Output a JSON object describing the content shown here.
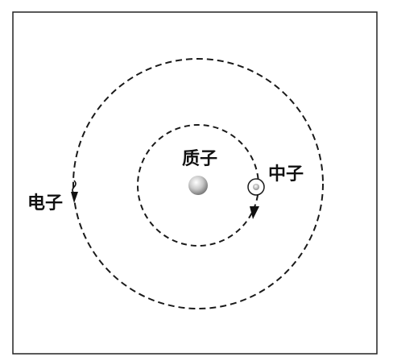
{
  "labels": {
    "proton": "质子",
    "neutron": "中子",
    "electron": "电子"
  },
  "colors": {
    "frame": "#222222",
    "orbit": "#1a1a1a",
    "nucleus_light": "#f4f4f4",
    "nucleus_dark": "#8a8a8a"
  }
}
